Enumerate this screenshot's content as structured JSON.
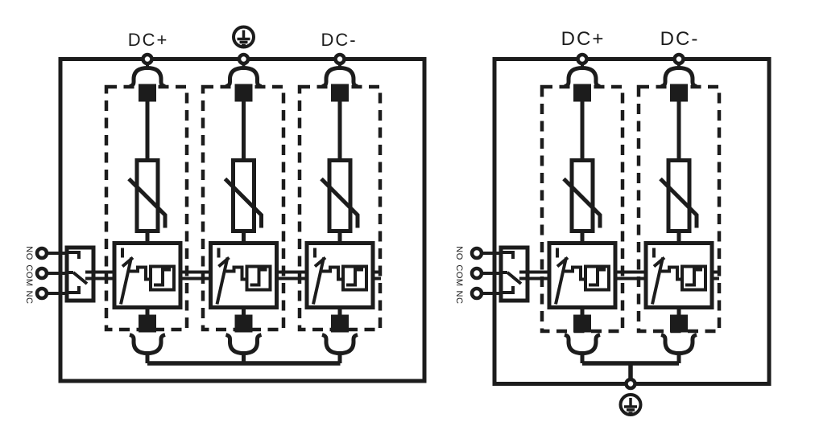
{
  "colors": {
    "ink": "#1c1c1c",
    "paper": "#ffffff"
  },
  "left_diagram": {
    "dc_plus_label": "DC+",
    "dc_minus_label": "DC-",
    "relay_labels": {
      "no": "NO",
      "com": "COM",
      "nc": "NC"
    }
  },
  "right_diagram": {
    "dc_plus_label": "DC+",
    "dc_minus_label": "DC-",
    "relay_labels": {
      "no": "NO",
      "com": "COM",
      "nc": "NC"
    }
  },
  "icons": {
    "earth": "protective-earth-icon",
    "varistor": "varistor-icon",
    "thermal_disconnector": "thermal-disconnector-icon",
    "plug_contact": "plug-in-contact-icon",
    "remote_contact": "changeover-contact-icon",
    "terminal": "terminal-circle"
  }
}
